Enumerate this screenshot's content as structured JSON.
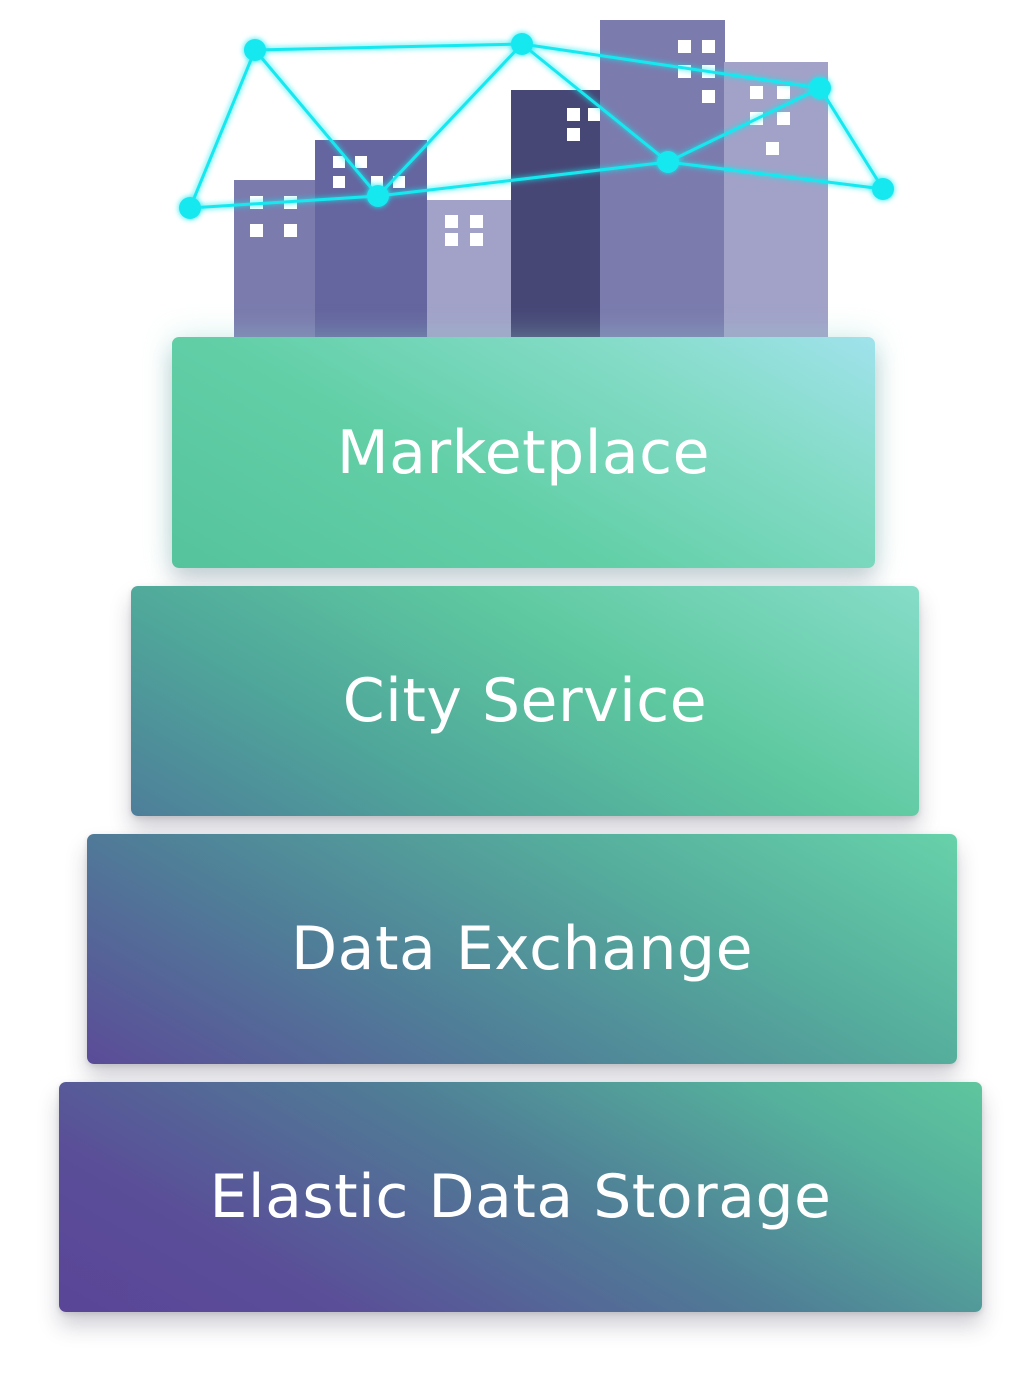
{
  "colors": {
    "network": "#16e8f0",
    "building_dark": "#474776",
    "building_mid": "#7b7bae",
    "building_light": "#a2a2c8",
    "window": "#ffffff"
  },
  "illustration": {
    "icon": "smart-city-network-icon"
  },
  "layers": [
    {
      "label": "Marketplace"
    },
    {
      "label": "City Service"
    },
    {
      "label": "Data Exchange"
    },
    {
      "label": "Elastic Data Storage"
    }
  ]
}
